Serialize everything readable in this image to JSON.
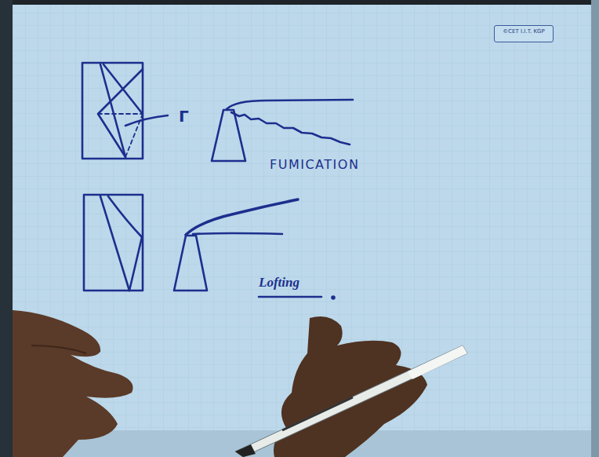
{
  "diagram": {
    "nodes": [
      {
        "text": [
          "©CET I.I.T. KGP"
        ]
      }
    ],
    "labels": [
      "Γ",
      "FUMICATION",
      "Lofting"
    ]
  }
}
